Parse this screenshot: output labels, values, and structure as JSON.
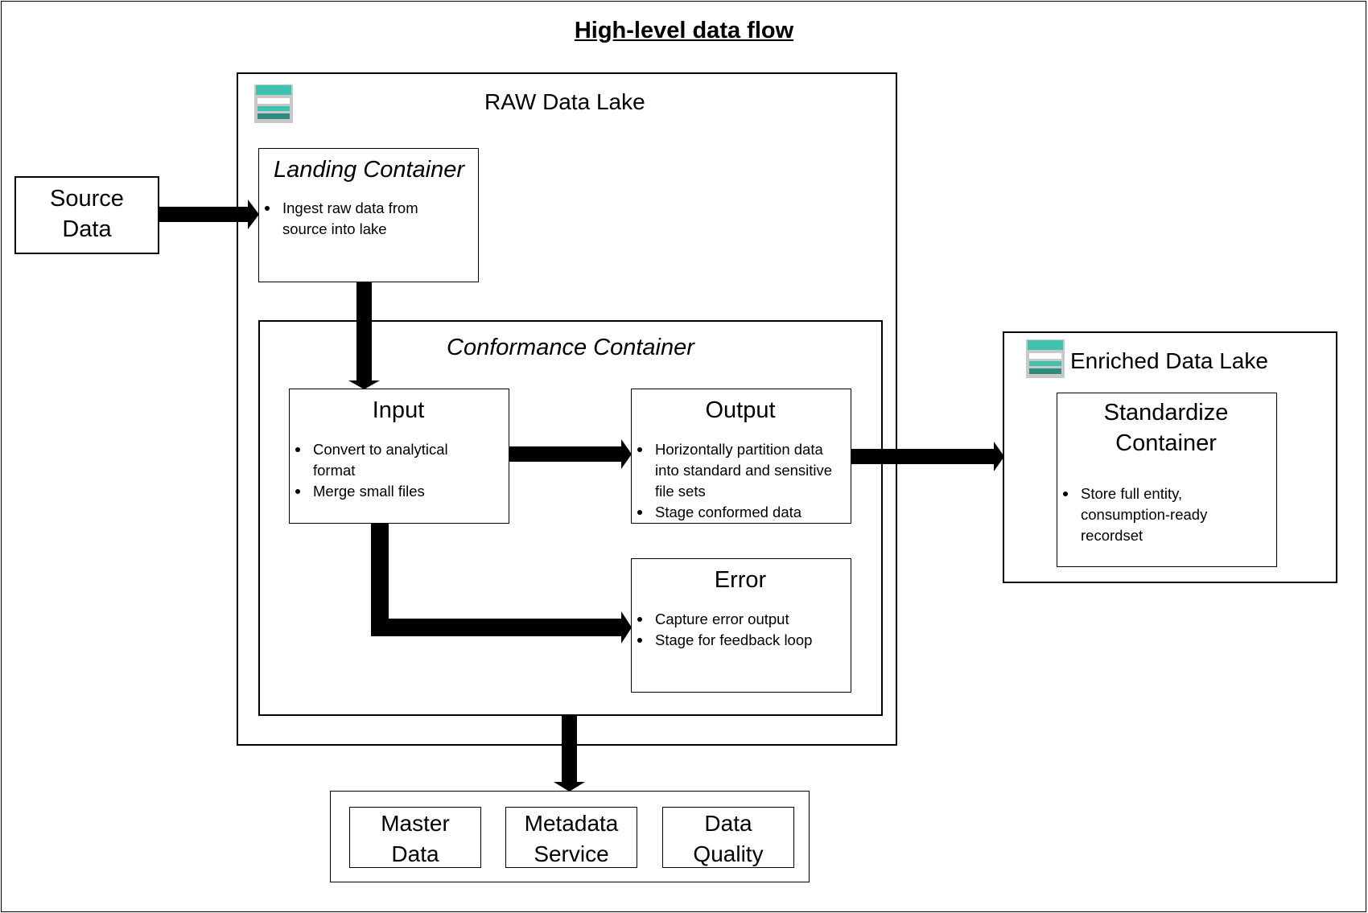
{
  "diagram": {
    "title": "High-level data flow",
    "source": {
      "line1": "Source",
      "line2": "Data"
    },
    "raw_lake": {
      "title": "RAW Data Lake",
      "landing": {
        "title": "Landing Container",
        "bullets": [
          "Ingest raw data from source into lake"
        ],
        "lines": [
          "Ingest raw data from",
          "source into lake"
        ]
      },
      "conformance": {
        "title": "Conformance Container",
        "input": {
          "title": "Input",
          "b1l1": "Convert to analytical",
          "b1l2": "format",
          "b2": "Merge small files"
        },
        "output": {
          "title": "Output",
          "b1l1": "Horizontally partition data",
          "b1l2": "into standard and sensitive",
          "b1l3": "file sets",
          "b2": "Stage conformed data"
        },
        "error": {
          "title": "Error",
          "b1": "Capture error output",
          "b2": "Stage for feedback loop"
        }
      }
    },
    "enriched_lake": {
      "title": "Enriched Data Lake",
      "standardize": {
        "title_l1": "Standardize",
        "title_l2": "Container",
        "b1l1": "Store full entity,",
        "b1l2": "consumption-ready",
        "b1l3": "recordset"
      }
    },
    "services": {
      "master": {
        "line1": "Master",
        "line2": "Data"
      },
      "metadata": {
        "line1": "Metadata",
        "line2": "Service"
      },
      "quality": {
        "line1": "Data",
        "line2": "Quality"
      }
    },
    "icon": {
      "name": "storage-lake-icon",
      "colors": {
        "teal": "#3fc3b0",
        "dark": "#2e8b7e",
        "grey": "#b8b8b8"
      }
    }
  }
}
